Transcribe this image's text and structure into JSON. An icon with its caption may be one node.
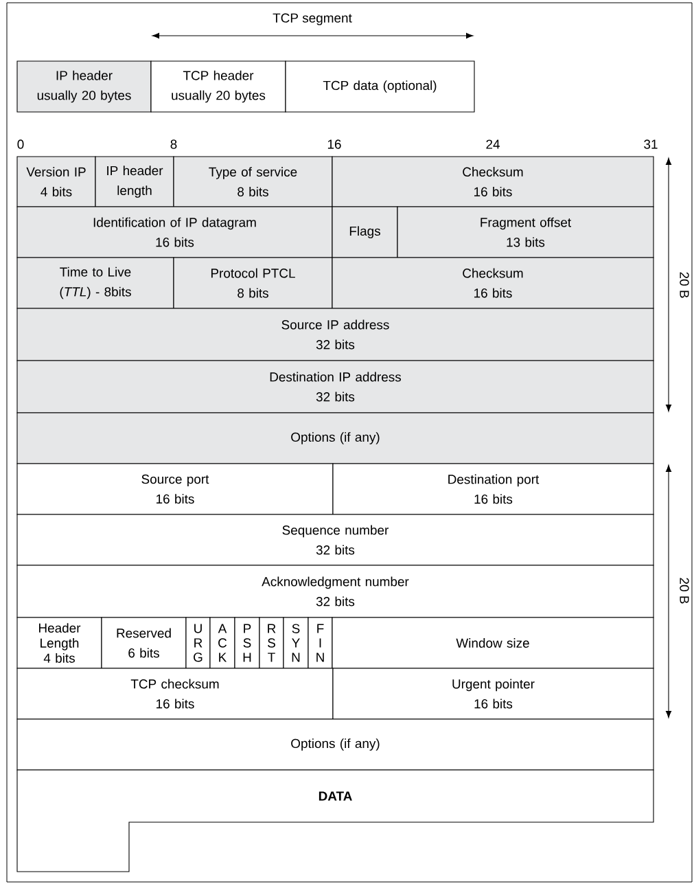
{
  "diagram": {
    "nodes": [
      {
        "text": [
          "IP header",
          "usually 20 bytes"
        ]
      },
      {
        "text": [
          "TCP header",
          "usually 20 bytes"
        ]
      },
      {
        "text": [
          "TCP data (optional)"
        ]
      },
      {
        "text": [
          "Version IP",
          "4 bits"
        ]
      },
      {
        "text": [
          "IP header length"
        ]
      },
      {
        "text": [
          "Type of service",
          "8 bits"
        ]
      },
      {
        "text": [
          "Checksum",
          "16 bits"
        ]
      },
      {
        "text": [
          "Identification of IP datagram",
          "16 bits"
        ]
      },
      {
        "text": [
          "Flags"
        ]
      },
      {
        "text": [
          "Fragment offset",
          "13 bits"
        ]
      },
      {
        "text": [
          "Time to Live",
          "(*TTL*) - 8bits"
        ]
      },
      {
        "text": [
          "Protocol PTCL",
          "8 bits"
        ]
      },
      {
        "text": [
          "Checksum",
          "16 bits"
        ]
      },
      {
        "text": [
          "Source IP address",
          "32 bits"
        ]
      },
      {
        "text": [
          "Destination IP address",
          "32 bits"
        ]
      },
      {
        "text": [
          "Options (if any)"
        ]
      },
      {
        "text": [
          "Source port",
          "16 bits"
        ]
      },
      {
        "text": [
          "Destination port",
          "16 bits"
        ]
      },
      {
        "text": [
          "Sequence number",
          "32 bits"
        ]
      },
      {
        "text": [
          "Acknowledgment number",
          "32 bits"
        ]
      },
      {
        "text": [
          "Header Length",
          "4 bits"
        ]
      },
      {
        "text": [
          "Reserved",
          "6 bits"
        ]
      },
      {
        "text": [
          "U R G"
        ]
      },
      {
        "text": [
          "A C K"
        ]
      },
      {
        "text": [
          "P S H"
        ]
      },
      {
        "text": [
          "R S T"
        ]
      },
      {
        "text": [
          "S Y N"
        ]
      },
      {
        "text": [
          "F I N"
        ]
      },
      {
        "text": [
          "Window size"
        ]
      },
      {
        "text": [
          "TCP checksum",
          "16 bits"
        ]
      },
      {
        "text": [
          "Urgent pointer",
          "16 bits"
        ]
      },
      {
        "text": [
          "Options (if any)"
        ]
      },
      {
        "text": [
          "DATA"
        ]
      }
    ],
    "labels": [
      "TCP segment",
      "0",
      "8",
      "16",
      "24",
      "31",
      "20 B",
      "20 B"
    ]
  }
}
